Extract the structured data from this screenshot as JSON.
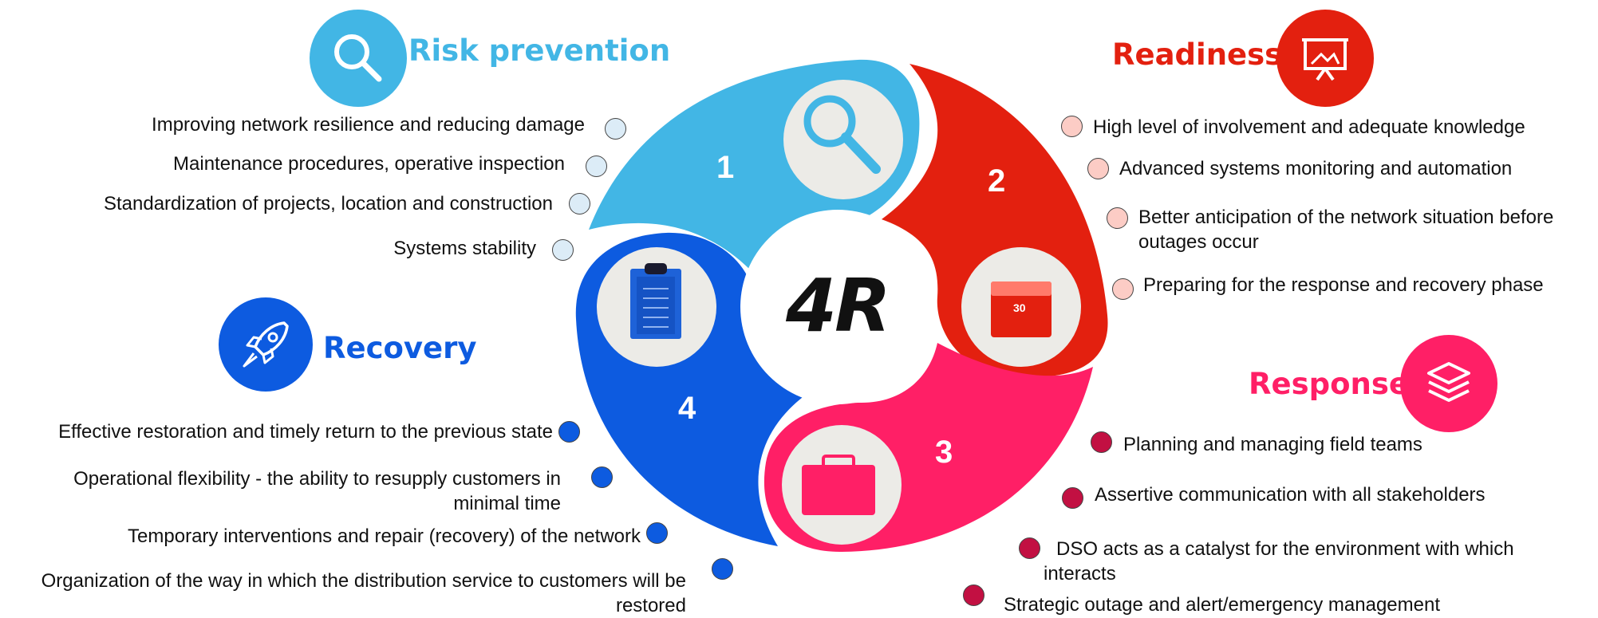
{
  "center_label": "4R",
  "colors": {
    "risk": "#42b6e5",
    "readiness": "#e3200f",
    "response": "#ff1f66",
    "recovery": "#0d5be0",
    "risk_bullet": "#dcecf7",
    "readiness_bullet": "#fcccc5",
    "response_bullet": "#c21042",
    "recovery_bullet": "#0d5be0"
  },
  "phases": [
    {
      "number": "1",
      "title": "Risk prevention",
      "icon": "magnifier-icon",
      "items": [
        "Improving network resilience and reducing damage",
        "Maintenance procedures, operative inspection",
        "Standardization of projects, location and construction",
        "Systems stability"
      ]
    },
    {
      "number": "2",
      "title": "Readiness",
      "icon": "presentation-board-icon",
      "segment_icon_text": "30",
      "items": [
        "High level of involvement and adequate knowledge",
        "Advanced systems monitoring and automation",
        "Better anticipation of the network situation before outages occur",
        "Preparing for the response and recovery phase"
      ]
    },
    {
      "number": "3",
      "title": "Response",
      "icon": "layers-icon",
      "items": [
        "Planning and managing field teams",
        "Assertive communication with all stakeholders",
        "DSO acts as a catalyst for the environment with which interacts",
        "Strategic outage and alert/emergency management"
      ]
    },
    {
      "number": "4",
      "title": "Recovery",
      "icon": "rocket-icon",
      "items": [
        "Effective restoration and timely return to the previous state",
        "Operational flexibility - the ability to resupply customers in minimal time",
        "Temporary interventions and repair (recovery) of the network",
        "Organization of the way in which the distribution service to customers will be restored"
      ]
    }
  ]
}
